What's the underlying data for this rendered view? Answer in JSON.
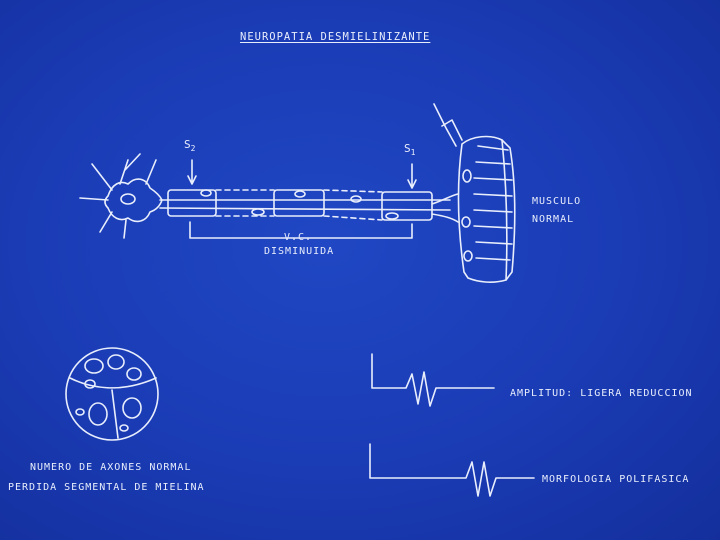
{
  "title": "NEUROPATIA DESMIELINIZANTE",
  "stimulus_points": {
    "s2": "S",
    "s2_sub": "2",
    "s1": "S",
    "s1_sub": "1"
  },
  "conduction": {
    "line1": "V.C.",
    "line2": "DISMINUIDA"
  },
  "muscle": {
    "line1": "MUSCULO",
    "line2": "NORMAL"
  },
  "cross_section": {
    "line1": "NUMERO DE AXONES NORMAL",
    "line2": "PERDIDA SEGMENTAL DE MIELINA"
  },
  "responses": [
    {
      "label": "AMPLITUD: LIGERA REDUCCION"
    },
    {
      "label": "MORFOLOGIA POLIFASICA"
    }
  ],
  "colors": {
    "background": "#1a3bb4",
    "ink": "#e8eefc"
  }
}
